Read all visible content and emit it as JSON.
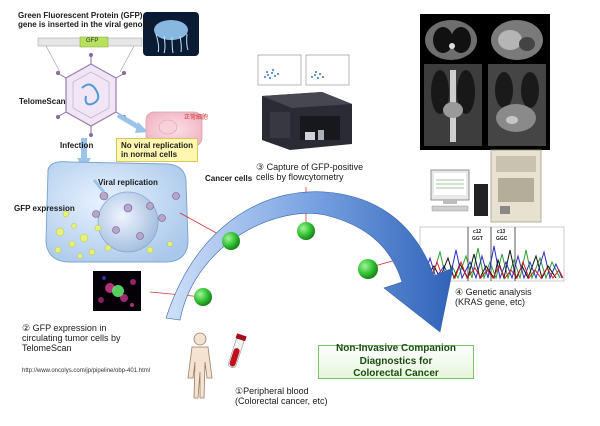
{
  "labels": {
    "gfp_gene": "Green Fluorescent Protein (GFP)\ngene is inserted in the viral genome",
    "gfp_insert": "GFP",
    "telomescan": "TelomeScan",
    "infection": "Infection",
    "no_replication": "No viral replication\nin normal cells",
    "normal_cell_jp": "正常細胞",
    "viral_replication": "Viral replication",
    "cancer_cells": "Cancer cells",
    "gfp_expression": "GFP expression",
    "step2": "② GFP expression in\ncirculating tumor cells by\nTelomeScan",
    "url": "http://www.oncolys.com/jp/pipeline/obp-401.html",
    "step3": "③ Capture of GFP-positive\ncells by flowcytometry",
    "step4": "④ Genetic analysis\n(KRAS gene, etc)",
    "step1": "①Peripheral blood\n(Colorectal cancer, etc)",
    "codon12": "c12",
    "codon12_seq": "GGT",
    "codon13": "c13",
    "codon13_seq": "GGC"
  },
  "banner": "Non-Invasive Companion Diagnostics for\nColorectal Cancer",
  "colors": {
    "arrow": "#3f73c6",
    "node": "#33c233",
    "banner_border": "#7fbf6a",
    "note": "#fff7b0"
  }
}
